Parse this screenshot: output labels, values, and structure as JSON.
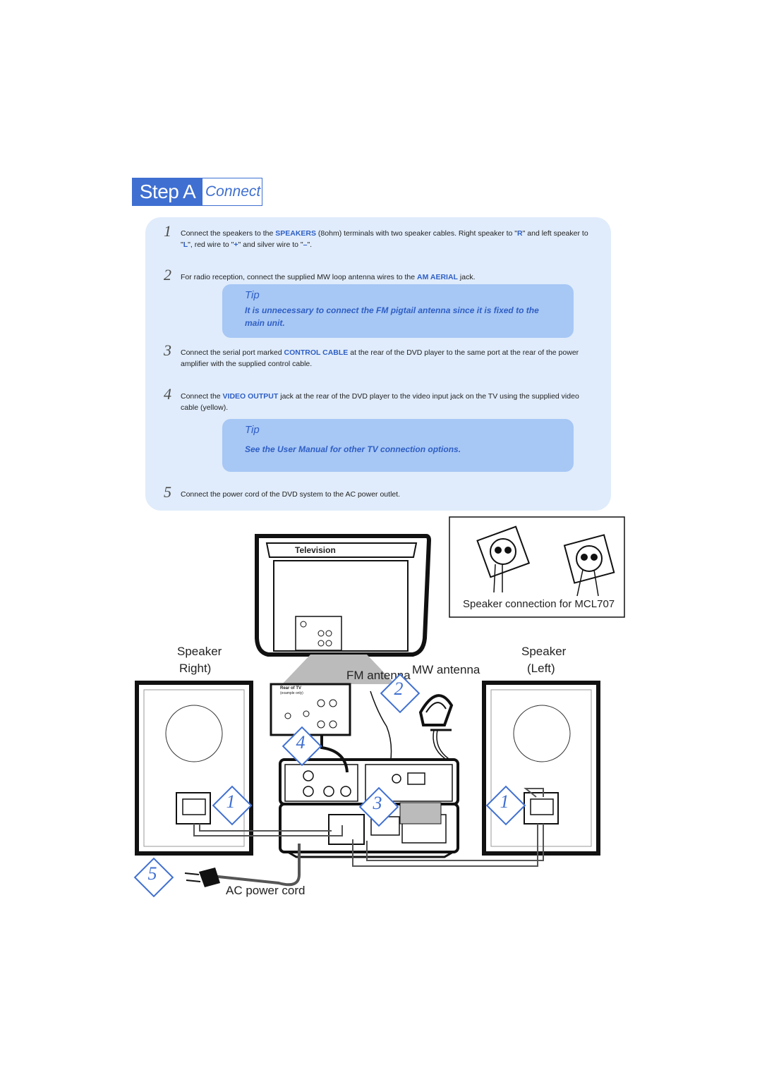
{
  "header": {
    "step_label": "Step A",
    "step_title": "Connect"
  },
  "steps": [
    {
      "num": "1",
      "parts": [
        "Connect the speakers to the ",
        "SPEAKERS",
        " (8ohm) terminals with two speaker cables. Right speaker to \"",
        "R",
        "\" and left speaker to \"",
        "L",
        "\", red wire to \"",
        "+",
        "\" and silver wire to \"",
        "–",
        "\"."
      ]
    },
    {
      "num": "2",
      "parts": [
        "For radio reception, connect the supplied MW loop antenna wires to the ",
        "AM AERIAL",
        " jack."
      ]
    },
    {
      "num": "3",
      "parts": [
        "Connect the serial port marked ",
        "CONTROL CABLE",
        " at the rear of the DVD player to the same port at the rear of the power amplifier with the supplied control cable."
      ]
    },
    {
      "num": "4",
      "parts": [
        "Connect the ",
        "VIDEO OUTPUT",
        " jack at the rear of the DVD player to the video input jack on the TV using the supplied video cable (yellow)."
      ]
    },
    {
      "num": "5",
      "parts": [
        "Connect the power cord of the DVD system to the AC power outlet."
      ]
    }
  ],
  "tips": [
    {
      "title": "Tip",
      "text": "It is unnecessary to connect the FM pigtail antenna since it is fixed to the main unit."
    },
    {
      "title": "Tip",
      "text": "See the User Manual for other TV connection options."
    }
  ],
  "diagram": {
    "television_label": "Television",
    "rear_of_tv": "Rear of TV",
    "example_only": "(example only)",
    "speaker_connection": "Speaker connection for MCL707",
    "speaker_right": "Speaker",
    "speaker_right_sub": "Right)",
    "speaker_left": "Speaker",
    "speaker_left_sub": "(Left)",
    "fm_antenna": "FM antenna",
    "mw_antenna": "MW antenna",
    "ac_power_cord": "AC power cord",
    "callouts": [
      "1",
      "1",
      "2",
      "3",
      "4",
      "5"
    ]
  }
}
